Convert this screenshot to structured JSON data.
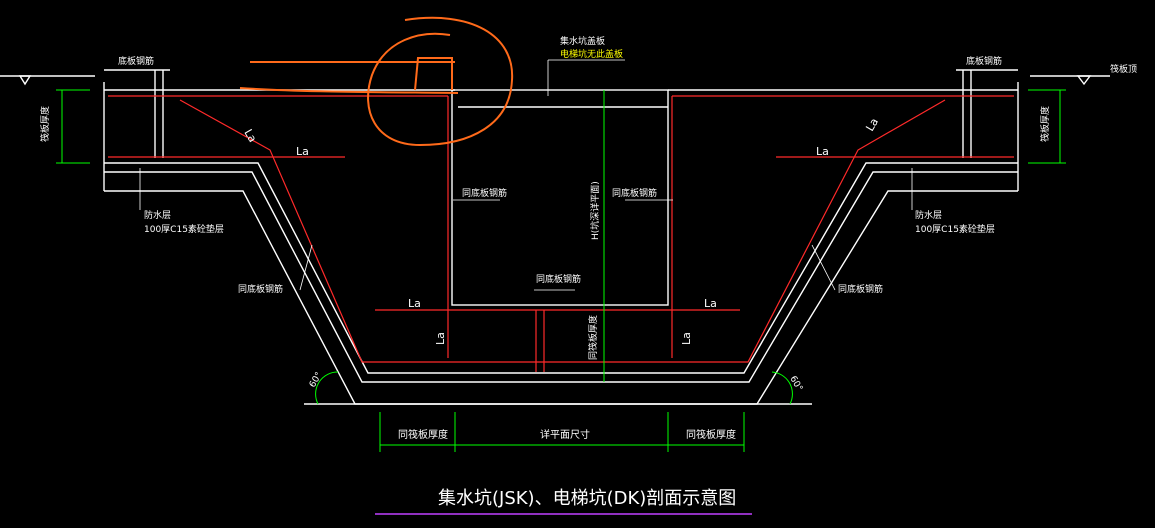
{
  "title": "集水坑(JSK)、电梯坑(DK)剖面示意图",
  "labels": {
    "bottom_bar_left": "底板钢筋",
    "bottom_bar_right": "底板钢筋",
    "pit_cover_1": "集水坑盖板",
    "pit_cover_2": "电梯坑无此盖板",
    "slab_thickness_left": "筏板厚度",
    "slab_thickness_right": "筏板厚度",
    "floor_level": "筏板顶",
    "waterproof_left_1": "防水层",
    "waterproof_left_2": "100厚C15素砼垫层",
    "waterproof_right_1": "防水层",
    "waterproof_right_2": "100厚C15素砼垫层",
    "same_bar_inner_left": "同底板钢筋",
    "same_bar_inner_right": "同底板钢筋",
    "same_bar_slope_left": "同底板钢筋",
    "same_bar_slope_right": "同底板钢筋",
    "same_bar_bottom": "同底板钢筋",
    "pit_depth": "H(坑深详平面)",
    "bottom_thickness": "同筏板厚度",
    "dim_left": "同筏板厚度",
    "dim_mid": "详平面尺寸",
    "dim_right": "同筏板厚度",
    "angle_left": "60°",
    "angle_right": "60°",
    "la": "La"
  }
}
